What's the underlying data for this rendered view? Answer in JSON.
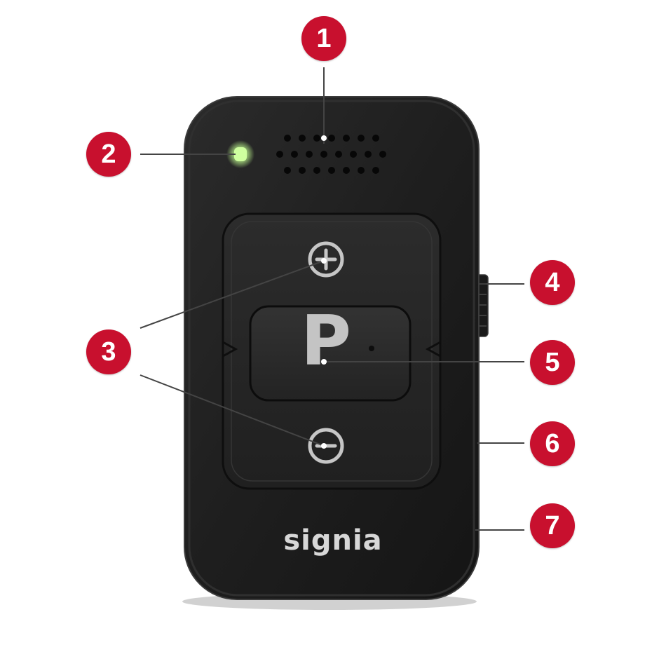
{
  "device": {
    "brand_logo": "signia",
    "program_key_label": "P",
    "colors": {
      "body": "#1f1f1f",
      "button_panel": "#262626",
      "led": "#b8f08a",
      "symbols": "#c6c6c6",
      "callout_badge": "#c8102e",
      "callout_line": "#444444"
    }
  },
  "callouts": [
    {
      "number": "1",
      "target": "speaker-grille"
    },
    {
      "number": "2",
      "target": "status-led"
    },
    {
      "number": "3",
      "target": "volume-buttons"
    },
    {
      "number": "4",
      "target": "side-switch"
    },
    {
      "number": "5",
      "target": "program-button"
    },
    {
      "number": "6",
      "target": "side-edge"
    },
    {
      "number": "7",
      "target": "lower-edge"
    }
  ]
}
